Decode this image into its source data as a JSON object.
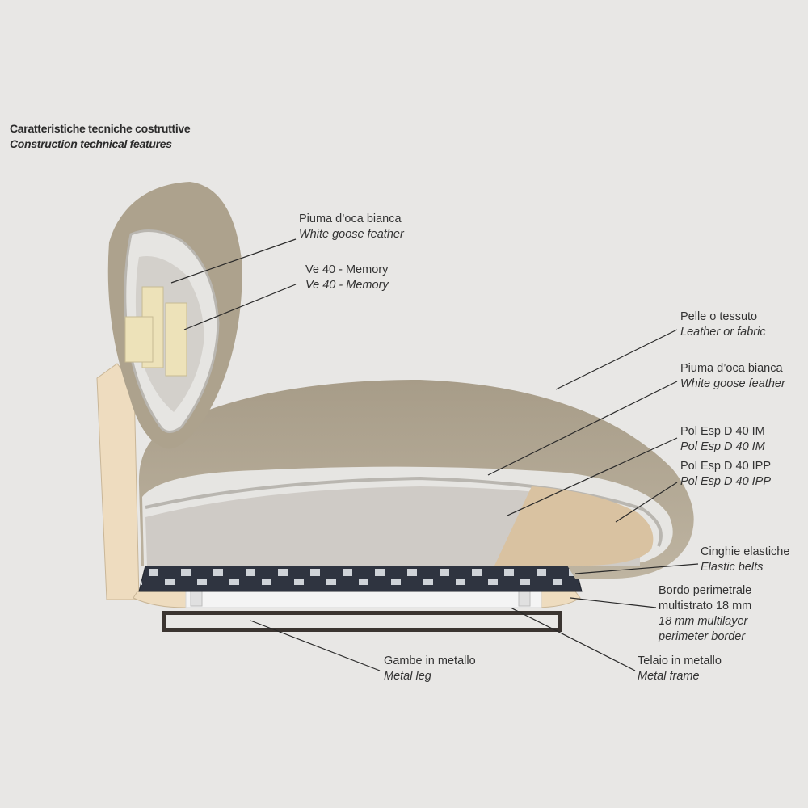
{
  "header": {
    "title_it": "Caratteristiche tecniche costruttive",
    "title_en": "Construction technical features"
  },
  "labels": {
    "headrest_feather": {
      "it": "Piuma d’oca bianca",
      "en": "White goose feather"
    },
    "memory_foam": {
      "it": "Ve 40 - Memory",
      "en": "Ve 40 - Memory"
    },
    "cover": {
      "it": "Pelle o tessuto",
      "en": "Leather or fabric"
    },
    "seat_feather": {
      "it": "Piuma d’oca bianca",
      "en": "White goose feather"
    },
    "foam_im": {
      "it": "Pol Esp D 40 IM",
      "en": "Pol Esp D 40 IM"
    },
    "foam_ipp": {
      "it": "Pol Esp D 40 IPP",
      "en": "Pol Esp D 40 IPP"
    },
    "elastic_belts": {
      "it": "Cinghie elastiche",
      "en": "Elastic belts"
    },
    "border": {
      "it_1": "Bordo perimetrale",
      "it_2": "multistrato 18 mm",
      "en_1": "18 mm multilayer",
      "en_2": "perimeter border"
    },
    "metal_leg": {
      "it": "Gambe in metallo",
      "en": "Metal leg"
    },
    "metal_frame": {
      "it": "Telaio in metallo",
      "en": "Metal frame"
    }
  },
  "colors": {
    "background": "#e8e7e5",
    "upholstery": "#b3a894",
    "feather": "#e6e5e2",
    "foam_im": "#cfcbc6",
    "foam_ipp": "#d9c2a1",
    "memory": "#ede2b9",
    "plywood": "#eedcbf",
    "belts": "#2f3440",
    "leader_line": "#2a2a2a"
  }
}
